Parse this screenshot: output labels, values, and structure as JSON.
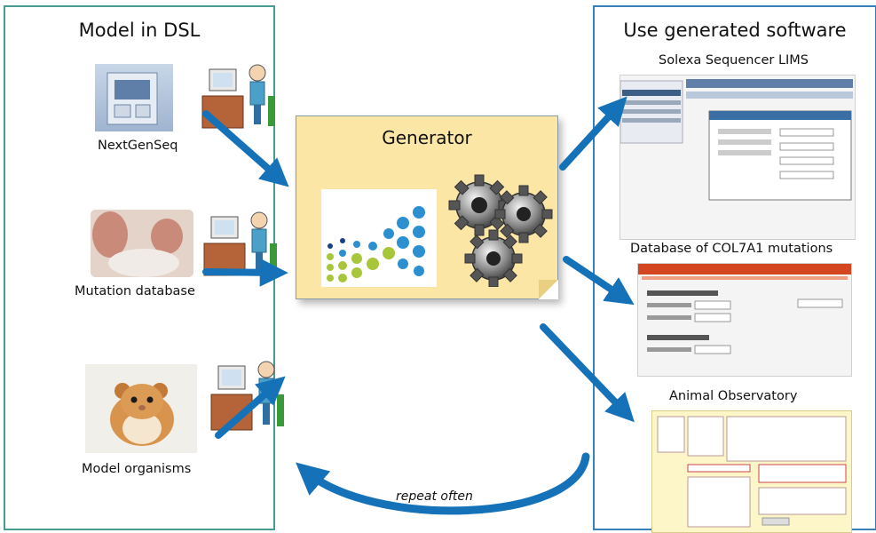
{
  "left_panel": {
    "title": "Model in DSL",
    "items": [
      {
        "label": "NextGenSeq",
        "image_icon": "sequencer-machine-icon"
      },
      {
        "label": "Mutation database",
        "image_icon": "patient-photo-icon"
      },
      {
        "label": "Model organisms",
        "image_icon": "hamster-icon"
      }
    ],
    "person_icon": "computer-user-icon"
  },
  "generator": {
    "title": "Generator",
    "icons": [
      "dot-grid-icon",
      "gears-icon"
    ]
  },
  "right_panel": {
    "title": "Use generated software",
    "apps": [
      {
        "title": "Solexa Sequencer LIMS"
      },
      {
        "title": "Database of COL7A1 mutations"
      },
      {
        "title": "Animal Observatory"
      }
    ]
  },
  "loop": {
    "label": "repeat often"
  },
  "colors": {
    "arrow": "#1572b8",
    "left_border": "#4a9a94",
    "right_border": "#3a80b8",
    "generator_fill": "#fbe6a6"
  }
}
